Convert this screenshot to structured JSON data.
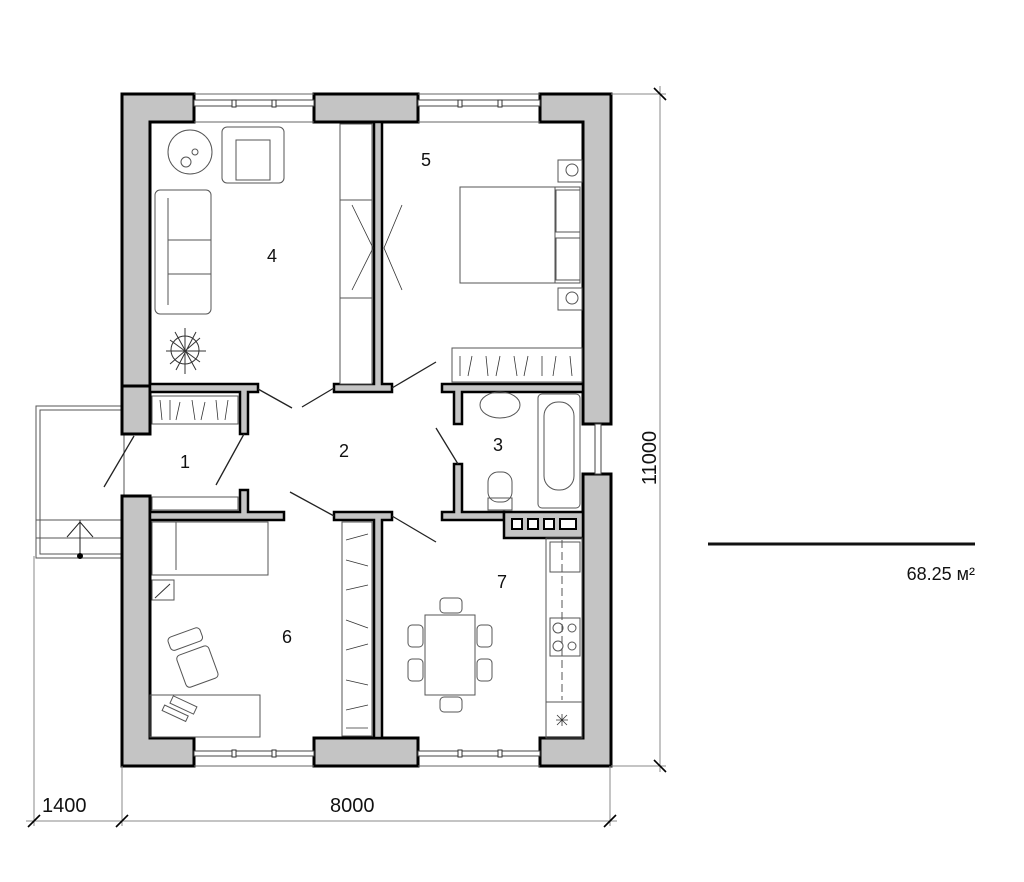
{
  "plan": {
    "rooms": [
      {
        "id": "1",
        "label": "1"
      },
      {
        "id": "2",
        "label": "2"
      },
      {
        "id": "3",
        "label": "3"
      },
      {
        "id": "4",
        "label": "4"
      },
      {
        "id": "5",
        "label": "5"
      },
      {
        "id": "6",
        "label": "6"
      },
      {
        "id": "7",
        "label": "7"
      }
    ],
    "dimensions": {
      "porch_width": "1400",
      "house_width": "8000",
      "house_depth": "11000"
    },
    "total_area": "68.25 м²"
  },
  "colors": {
    "wall_fill": "#c4c4c4",
    "wall_stroke": "#000000",
    "background": "#ffffff"
  }
}
